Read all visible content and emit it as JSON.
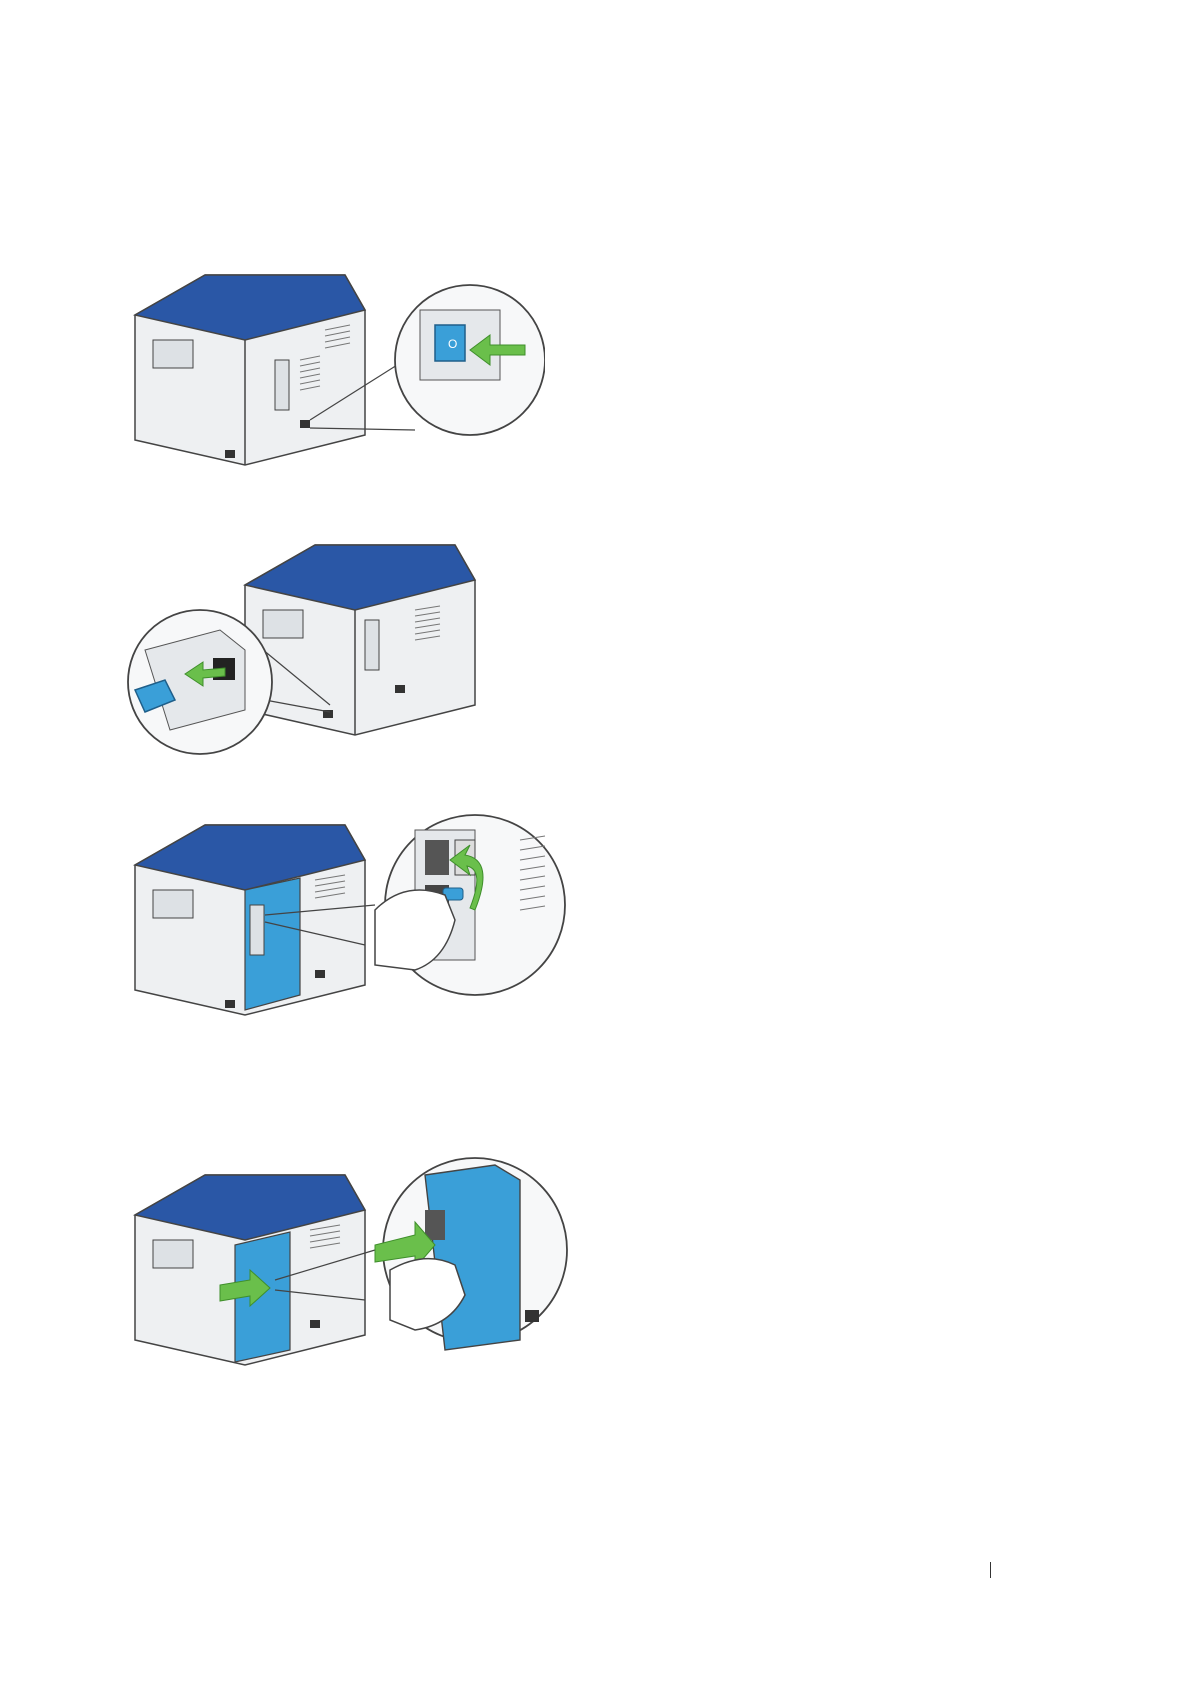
{
  "page": {
    "footer_marker": "|"
  },
  "figures": [
    {
      "id": "step-power-off",
      "icon": "power-switch-press-arrow-icon"
    },
    {
      "id": "step-unplug-power-cord",
      "icon": "power-cord-unplug-arrow-icon"
    },
    {
      "id": "step-remove-interface-cable",
      "icon": "cable-remove-arrow-icon"
    },
    {
      "id": "step-remove-side-cover",
      "icon": "cover-slide-arrow-icon"
    }
  ],
  "colors": {
    "printer_top_blue": "#2a57a6",
    "printer_body": "#eef0f2",
    "highlight_blue": "#3a9fd8",
    "arrow_green": "#6abf4b",
    "line": "#444444"
  }
}
